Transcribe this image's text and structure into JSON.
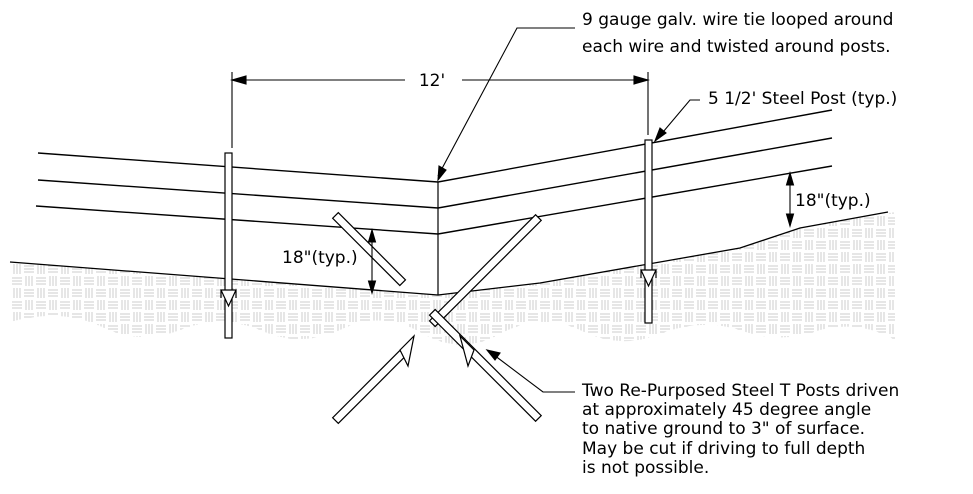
{
  "labels": {
    "wire_tie_line1": "9 gauge galv. wire tie looped around",
    "wire_tie_line2": "each wire and twisted around posts.",
    "steel_post": "5 1/2' Steel Post (typ.)",
    "span_dim": "12'",
    "height_right": "18\"(typ.)",
    "height_left": "18\"(typ.)",
    "brace_note": [
      "Two Re-Purposed Steel T Posts driven",
      "at approximately 45 degree angle",
      "to native ground to 3\" of surface.",
      "May be cut if driving to full depth",
      "is not possible."
    ]
  }
}
